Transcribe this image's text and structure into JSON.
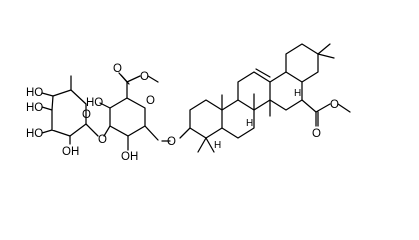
{
  "molecule": {
    "atom_labels": {
      "sugar1_oh_top": "HO",
      "sugar1_oh_left": "HO",
      "sugar1_oh_bottom_left": "HO",
      "sugar1_oh_bottom": "OH",
      "sugar1_ring_o": "O",
      "glycosidic_o": "O",
      "sugar2_oh_c4": "HO",
      "sugar2_oh_c2": "OH",
      "sugar2_ring_o": "O",
      "sugar2_ester_o_carbonyl": "O",
      "sugar2_ester_o_alkyl": "O",
      "aglycone_o3": "O",
      "ester_o_carbonyl": "O",
      "ester_o_alkyl": "O",
      "h_c18": "H",
      "h_c9": "H",
      "h_c5": "H"
    }
  }
}
